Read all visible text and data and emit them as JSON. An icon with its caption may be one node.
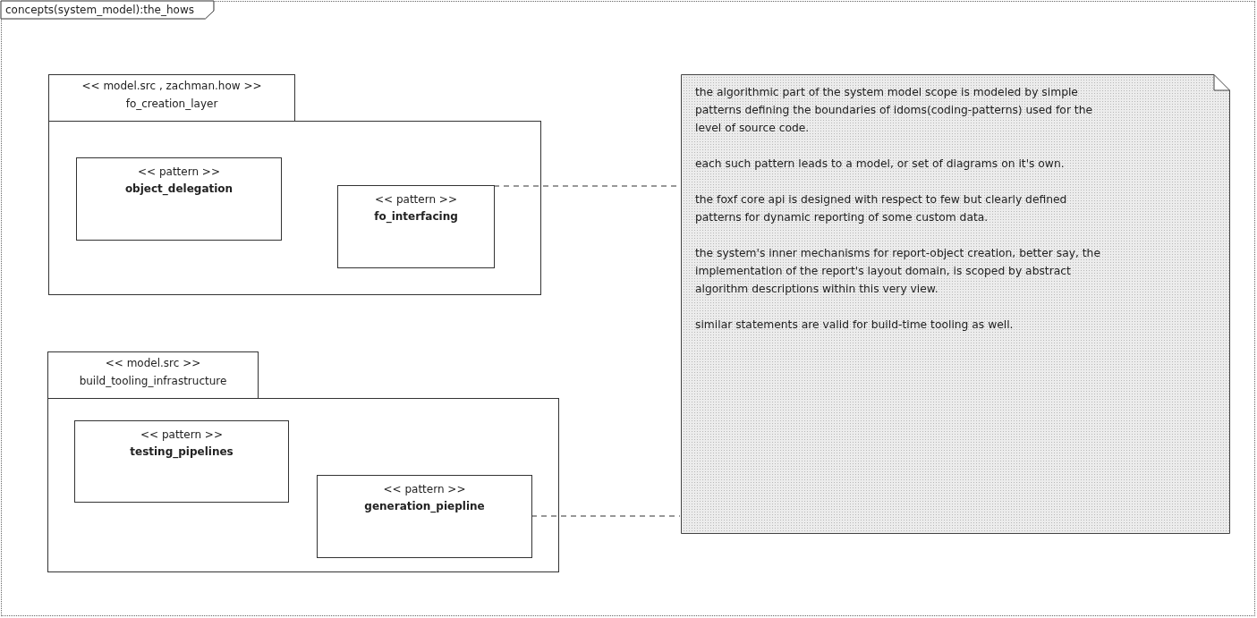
{
  "diagram": {
    "nodes": [
      {
        "text": [
          "concepts(system_model):the_hows"
        ]
      },
      {
        "text": [
          "<< model.src , zachman.how >>",
          "fo_creation_layer"
        ],
        "in": 0
      },
      {
        "text": [
          "<< pattern >>",
          "object_delegation"
        ],
        "in": 1
      },
      {
        "text": [
          "<< pattern >>",
          "fo_interfacing"
        ],
        "in": 1
      },
      {
        "text": [
          "<< model.src >>",
          "build_tooling_infrastructure"
        ],
        "in": 0
      },
      {
        "text": [
          "<< pattern >>",
          "testing_pipelines"
        ],
        "in": 4
      },
      {
        "text": [
          "<< pattern >>",
          "generation_piepline"
        ],
        "in": 4
      },
      {
        "text": [
          "the algorithmic part of the system model scope is modeled by simple patterns defining the boundaries of idoms(coding-patterns) used for the level of source code.",
          "each such pattern leads to a model, or set of diagrams on it's own.",
          "the foxf core api is designed with respect to few but clearly defined patterns for dynamic reporting of some custom data.",
          "the system's inner mechanisms for report-object creation, better say, the implementation of the report's layout domain, is scoped by abstract algorithm descriptions within this very view.",
          "similar statements are valid for build-time tooling as well."
        ],
        "in": 0
      }
    ],
    "edges": [
      {
        "from": 3,
        "to": 7,
        "arrow": "none",
        "style": "dashed"
      },
      {
        "from": 6,
        "to": 7,
        "arrow": "none",
        "style": "dashed"
      }
    ]
  }
}
